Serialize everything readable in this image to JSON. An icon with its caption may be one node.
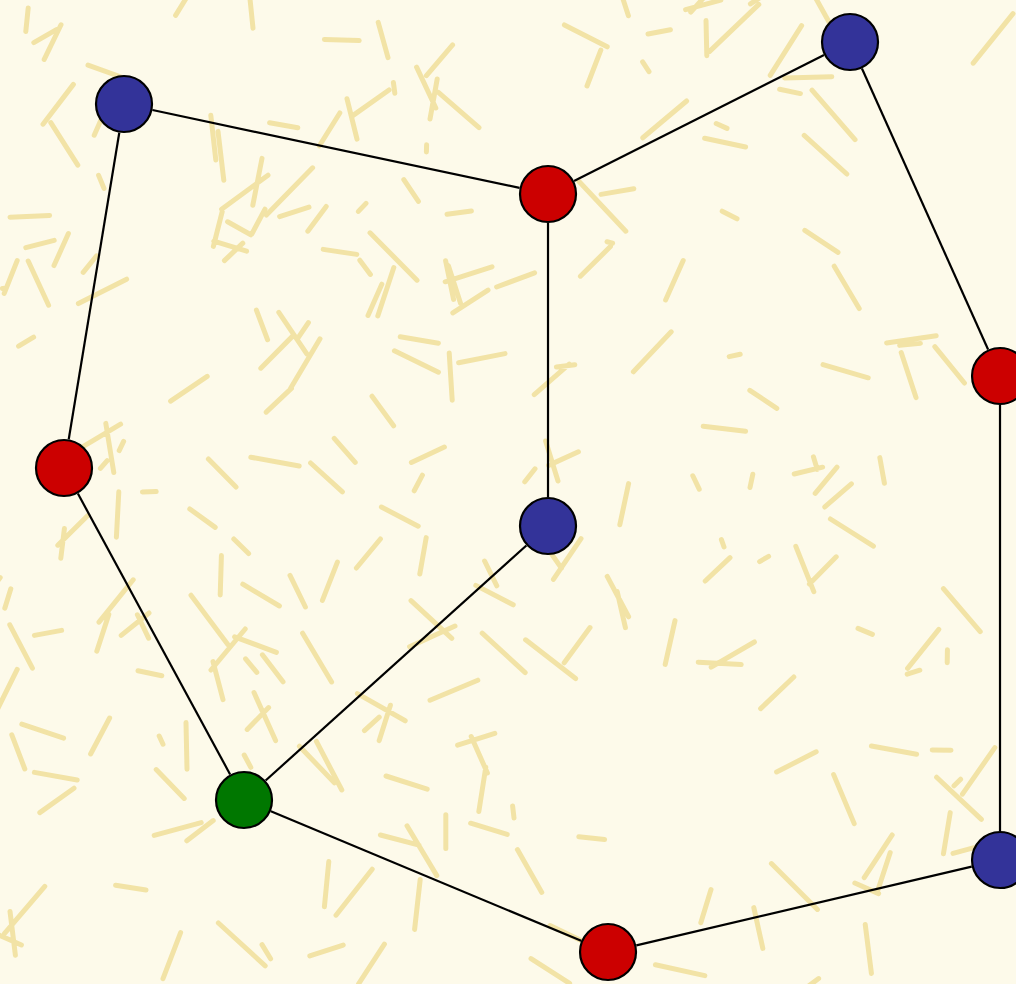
{
  "diagram": {
    "nodes": [
      {
        "text": [],
        "shape": "circle"
      },
      {
        "text": [],
        "shape": "circle"
      },
      {
        "text": [],
        "shape": "circle"
      },
      {
        "text": [],
        "shape": "circle"
      },
      {
        "text": [],
        "shape": "circle"
      },
      {
        "text": [],
        "shape": "circle"
      },
      {
        "text": [],
        "shape": "circle"
      },
      {
        "text": [],
        "shape": "circle"
      },
      {
        "text": [],
        "shape": "circle"
      }
    ],
    "edges": [
      {
        "from": 1,
        "to": 2,
        "arrow": "none"
      },
      {
        "from": 2,
        "to": 0,
        "arrow": "none"
      },
      {
        "from": 0,
        "to": 3,
        "arrow": "none"
      },
      {
        "from": 3,
        "to": 6,
        "arrow": "none"
      },
      {
        "from": 6,
        "to": 8,
        "arrow": "none"
      },
      {
        "from": 8,
        "to": 7,
        "arrow": "none"
      },
      {
        "from": 7,
        "to": 5,
        "arrow": "none"
      },
      {
        "from": 5,
        "to": 2,
        "arrow": "none"
      },
      {
        "from": 7,
        "to": 4,
        "arrow": "none"
      },
      {
        "from": 4,
        "to": 1,
        "arrow": "none"
      }
    ]
  }
}
